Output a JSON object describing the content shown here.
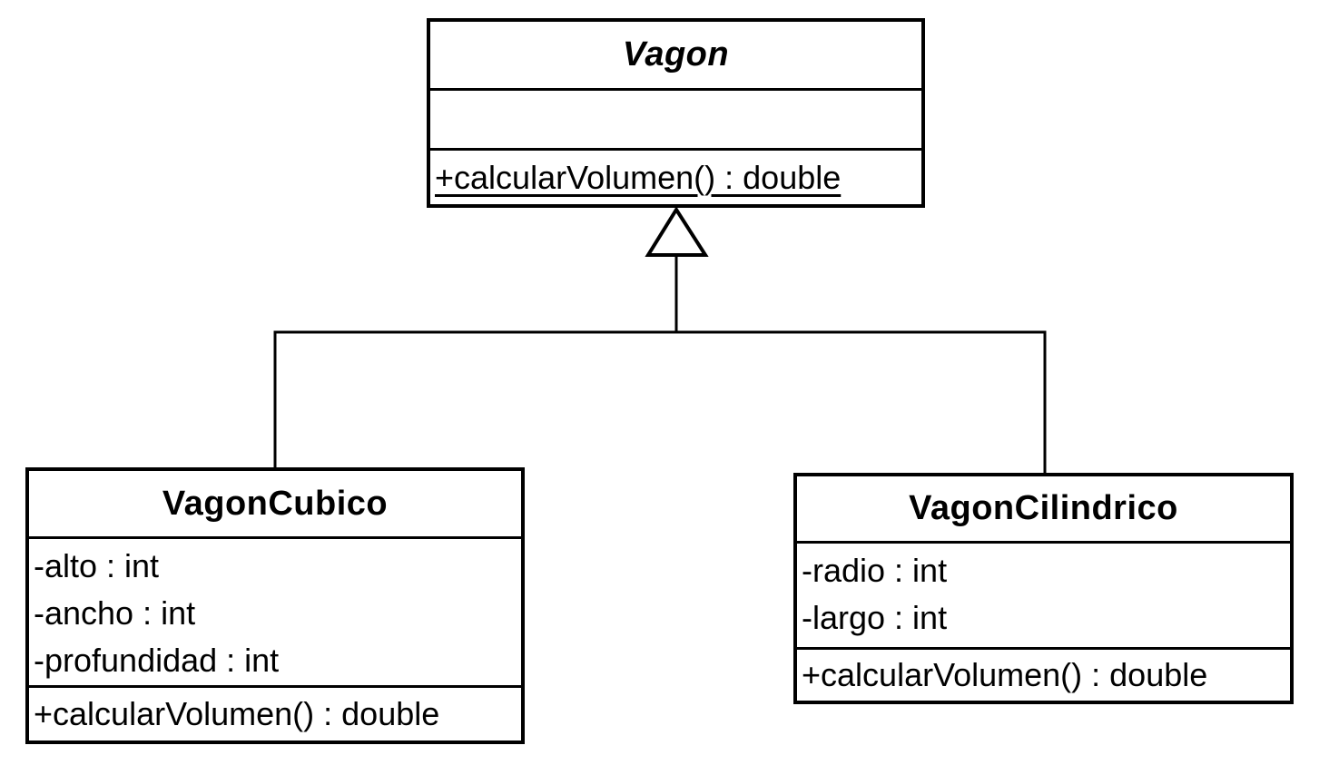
{
  "diagram": {
    "type": "uml-class-diagram",
    "background_color": "#ffffff",
    "line_color": "#000000",
    "text_color": "#000000"
  },
  "classes": {
    "vagon": {
      "name": "Vagon",
      "is_abstract": true,
      "attributes": [],
      "methods": [
        "+calcularVolumen() : double"
      ]
    },
    "vagonCubico": {
      "name": "VagonCubico",
      "is_abstract": false,
      "attributes": [
        "-alto : int",
        "-ancho : int",
        "-profundidad : int"
      ],
      "methods": [
        "+calcularVolumen() : double"
      ]
    },
    "vagonCilindrico": {
      "name": "VagonCilindrico",
      "is_abstract": false,
      "attributes": [
        "-radio : int",
        "-largo : int"
      ],
      "methods": [
        "+calcularVolumen() : double"
      ]
    }
  },
  "relationships": [
    {
      "type": "generalization",
      "from": "VagonCubico",
      "to": "Vagon"
    },
    {
      "type": "generalization",
      "from": "VagonCilindrico",
      "to": "Vagon"
    }
  ]
}
